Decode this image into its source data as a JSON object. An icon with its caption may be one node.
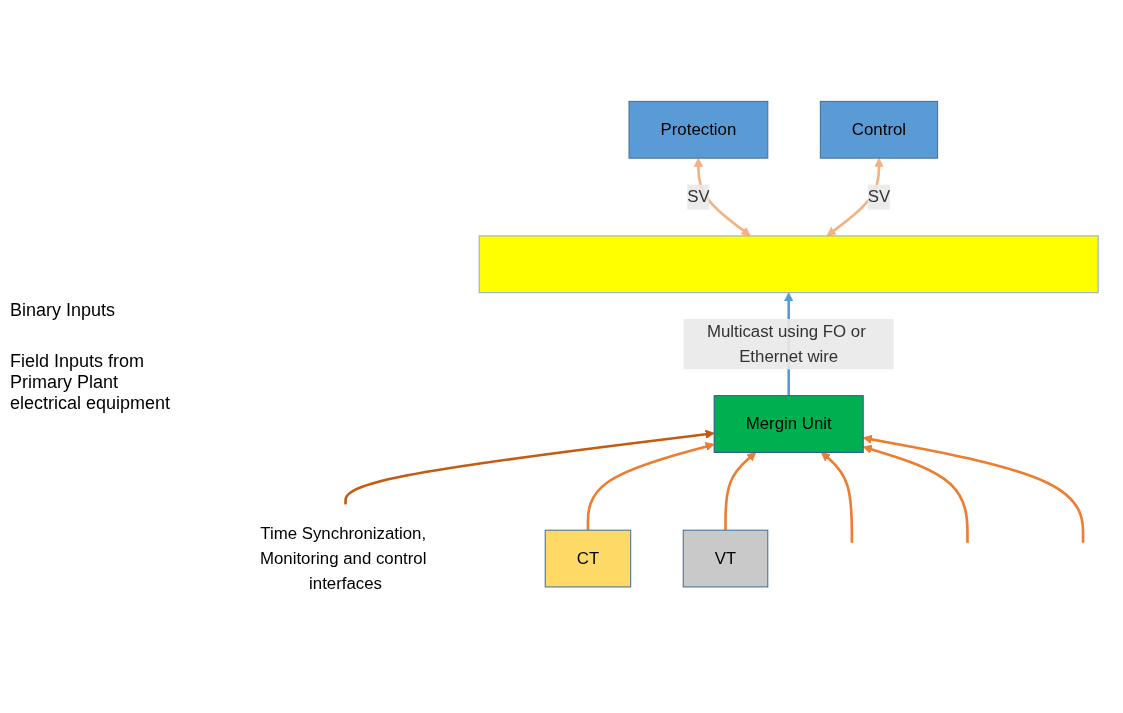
{
  "diagram": {
    "nodes": [
      {
        "text": [
          "Protection"
        ]
      },
      {
        "text": [
          "Control"
        ]
      },
      {
        "text": [],
        "shape": "bar"
      },
      {
        "text": [
          "Mergin Unit"
        ]
      },
      {
        "text": [
          "Time Synchronization, Monitoring and control interfaces"
        ]
      },
      {
        "text": [
          "CT"
        ]
      },
      {
        "text": [
          "VT"
        ]
      }
    ],
    "edges": [
      {
        "from": 2,
        "to": 0,
        "arrow": "both",
        "label": "SV",
        "color": "#f4b183"
      },
      {
        "from": 2,
        "to": 1,
        "arrow": "both",
        "label": "SV",
        "color": "#f4b183"
      },
      {
        "from": 3,
        "to": 2,
        "arrow": "to",
        "label": "Multicast using FO or Ethernet wire",
        "color": "#5b9bd5"
      },
      {
        "from": 4,
        "to": 3,
        "arrow": "to",
        "color": "#c55a11"
      },
      {
        "from": 5,
        "to": 3,
        "arrow": "to"
      },
      {
        "from": 6,
        "to": 3,
        "arrow": "to"
      },
      {
        "from": null,
        "to": 3,
        "arrow": "to"
      },
      {
        "from": null,
        "to": 3,
        "arrow": "to"
      },
      {
        "from": null,
        "to": 3,
        "arrow": "to"
      }
    ],
    "labels": [
      "Binary Inputs",
      "Field Inputs from Primary Plant electrical equipment"
    ]
  }
}
